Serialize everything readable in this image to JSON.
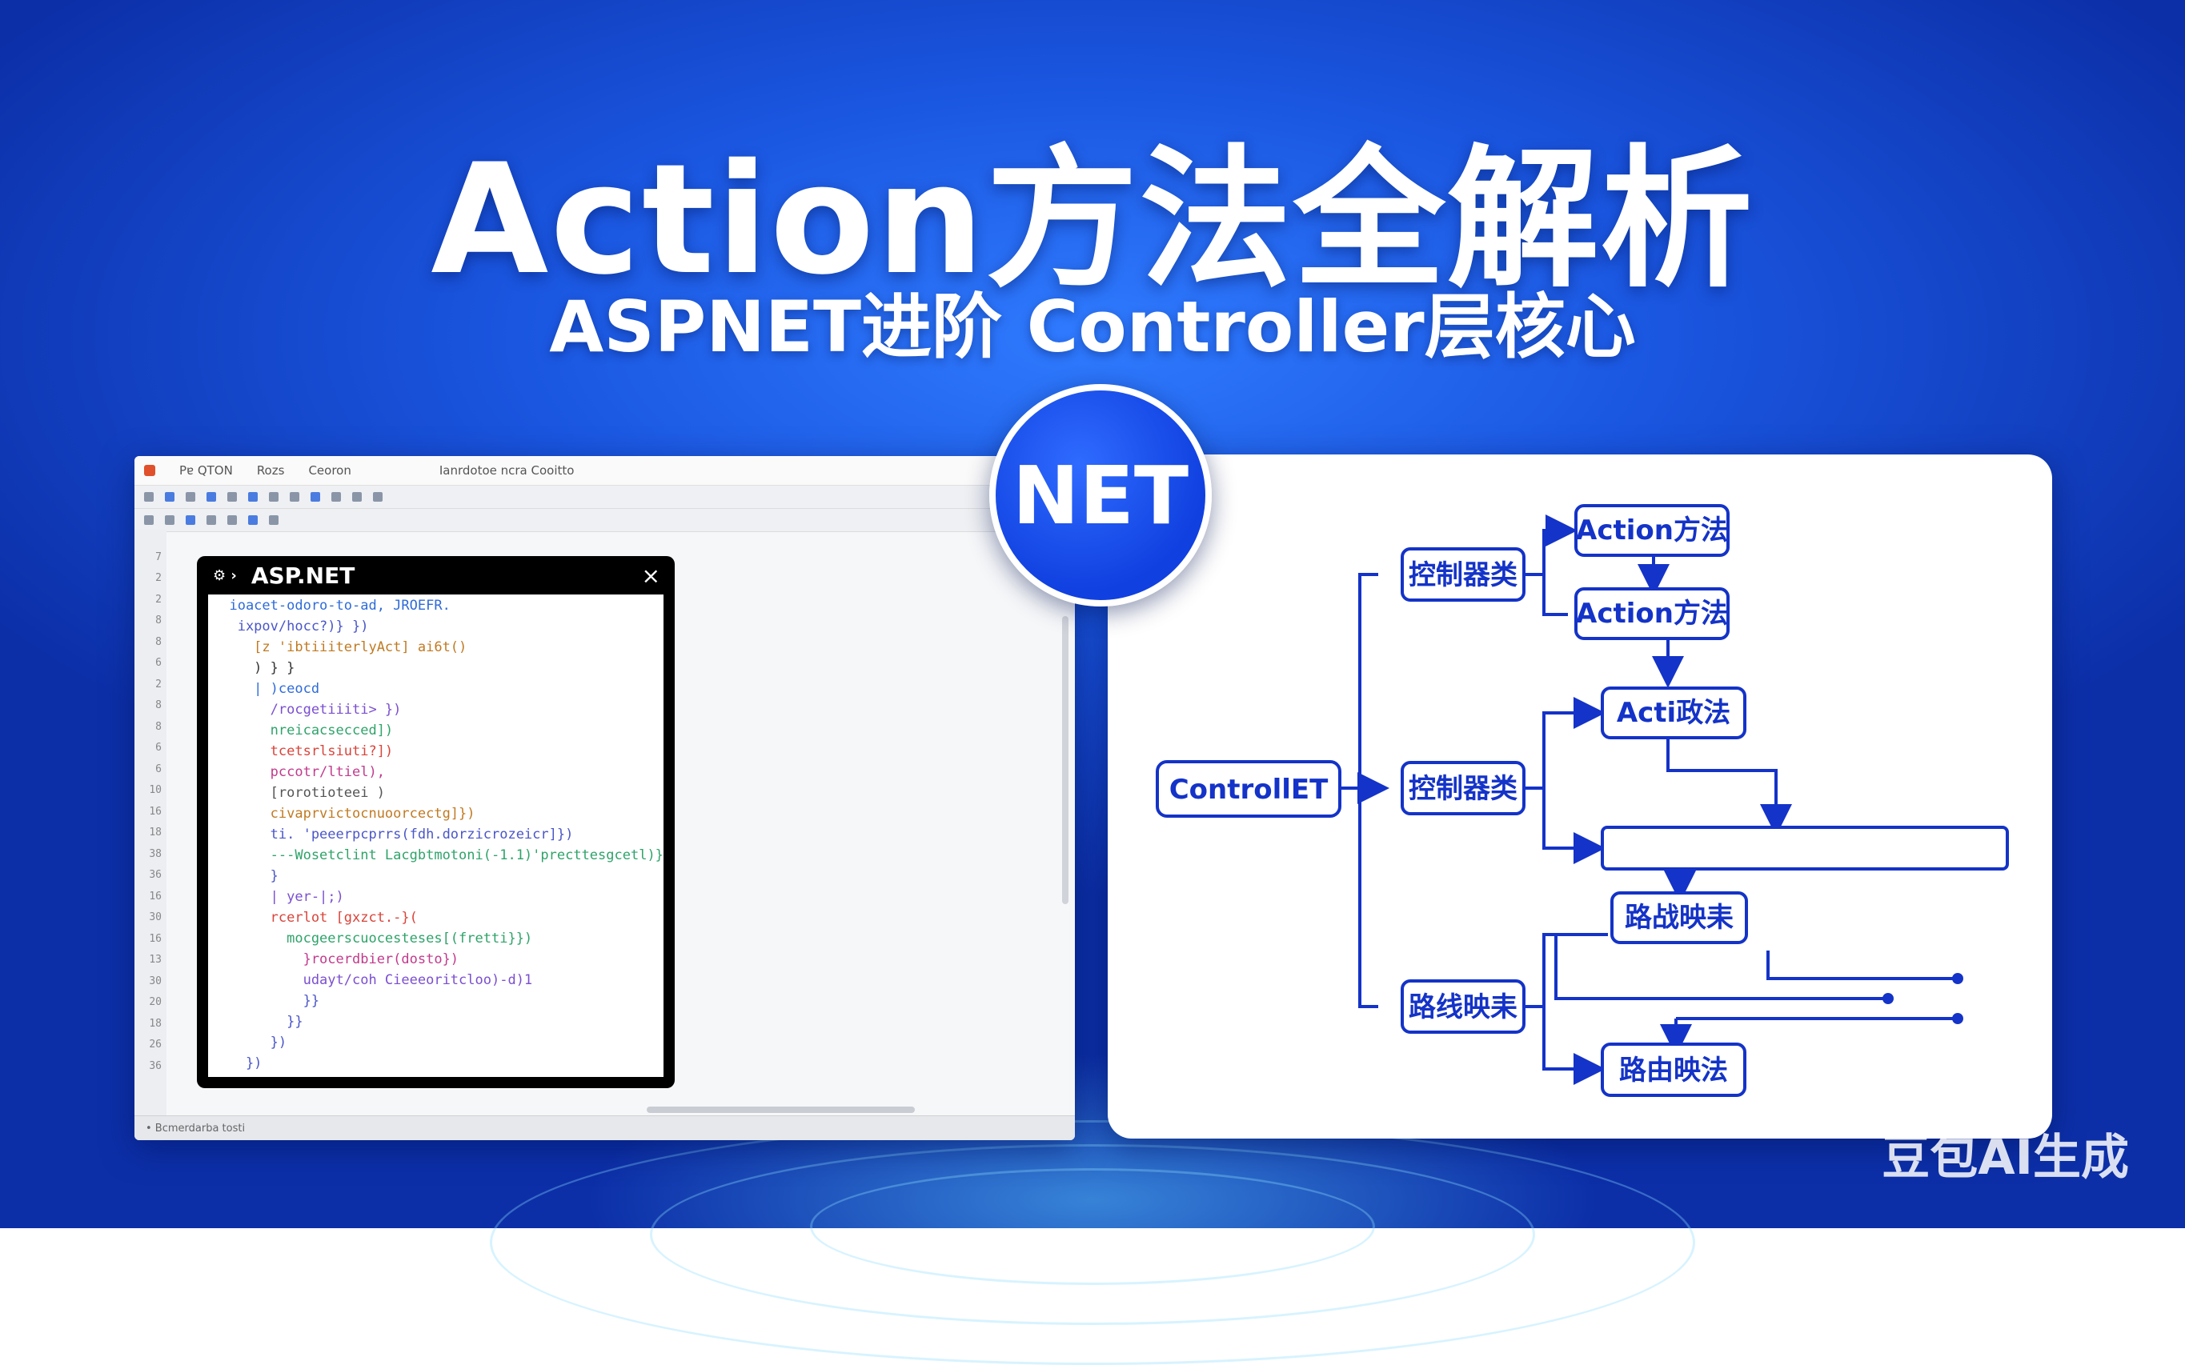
{
  "title": "Action方法全解析",
  "subtitle": "ASPNET进阶 Controller层核心",
  "badge": "NET",
  "ide": {
    "titlebar_items": [
      "Pɐ QTON",
      "Rozs",
      "Ceoron",
      "Ianrdotoe ncra Cooitto"
    ],
    "code_window_title": "ASP.NET",
    "close_glyph": "×",
    "line_numbers": [
      "",
      "7",
      "2",
      "2",
      "8",
      "8",
      "6",
      "2",
      "8",
      "8",
      "6",
      "6",
      "10",
      "16",
      "18",
      "38",
      "36",
      "16",
      "30",
      "16",
      "13",
      "30",
      "20",
      "18",
      "26",
      "36"
    ],
    "code_lines": [
      {
        "text": "  ioacet-odoro-to-ad, JROEFR.",
        "color": "#2f6bd8"
      },
      {
        "text": "   ixpov/hocc?)} })",
        "color": "#4a56c8"
      },
      {
        "text": "     [z 'ibtiiiterlyAct] ai6t()",
        "color": "#c07a22"
      },
      {
        "text": "     ) } }",
        "color": "#333"
      },
      {
        "text": "     | )ceocd",
        "color": "#2f6bd8"
      },
      {
        "text": "       /rocgetiiiti> })",
        "color": "#7a4fcf"
      },
      {
        "text": "       nreicacsecced])",
        "color": "#2fa36a"
      },
      {
        "text": "       tcetsrlsiuti?])",
        "color": "#d8443a"
      },
      {
        "text": "       pccotr/ltiel),",
        "color": "#c23a8c"
      },
      {
        "text": "       [rorotioteei )",
        "color": "#555"
      },
      {
        "text": "       civaprvictocnuoorcectg]})",
        "color": "#c07a22"
      },
      {
        "text": "       ti. 'peeerpcprrs(fdh.dorzicrozeicr]})",
        "color": "#4a56c8"
      },
      {
        "text": "       ---Wosetclint Lacgbtmotoni(-1.1)'precttesgcetl)})",
        "color": "#2fa36a"
      },
      {
        "text": "       }",
        "color": "#4a56c8"
      },
      {
        "text": "       | yer-|;)",
        "color": "#7a4fcf"
      },
      {
        "text": "       rcerlot [gxzct.-}(",
        "color": "#d8443a"
      },
      {
        "text": "         mocgeerscuocesteses[(fretti}})",
        "color": "#2fa36a"
      },
      {
        "text": "           }rocerdbier(dosto})",
        "color": "#c23a8c"
      },
      {
        "text": "           udayt/coh Cieeeoritcloo)-d)1",
        "color": "#7a4fcf"
      },
      {
        "text": "           }}",
        "color": "#4a56c8"
      },
      {
        "text": "         }}",
        "color": "#4a56c8"
      },
      {
        "text": "       })",
        "color": "#4a56c8"
      },
      {
        "text": "    })",
        "color": "#4a56c8"
      }
    ],
    "status_text": "• Bcmerdarba tosti"
  },
  "diagram": {
    "nodes": {
      "controller": "ControllET",
      "ctrl_class_top": "控制器类",
      "ctrl_class_mid": "控制器类",
      "route_map_left": "路线映耒",
      "action1": "Action方法",
      "action2": "Action方法",
      "action3": "Acti政法",
      "route_map_mid": "路战映耒",
      "route_map_bottom": "路由映法"
    },
    "color": "#1433c8"
  },
  "watermark": "豆包AI生成"
}
